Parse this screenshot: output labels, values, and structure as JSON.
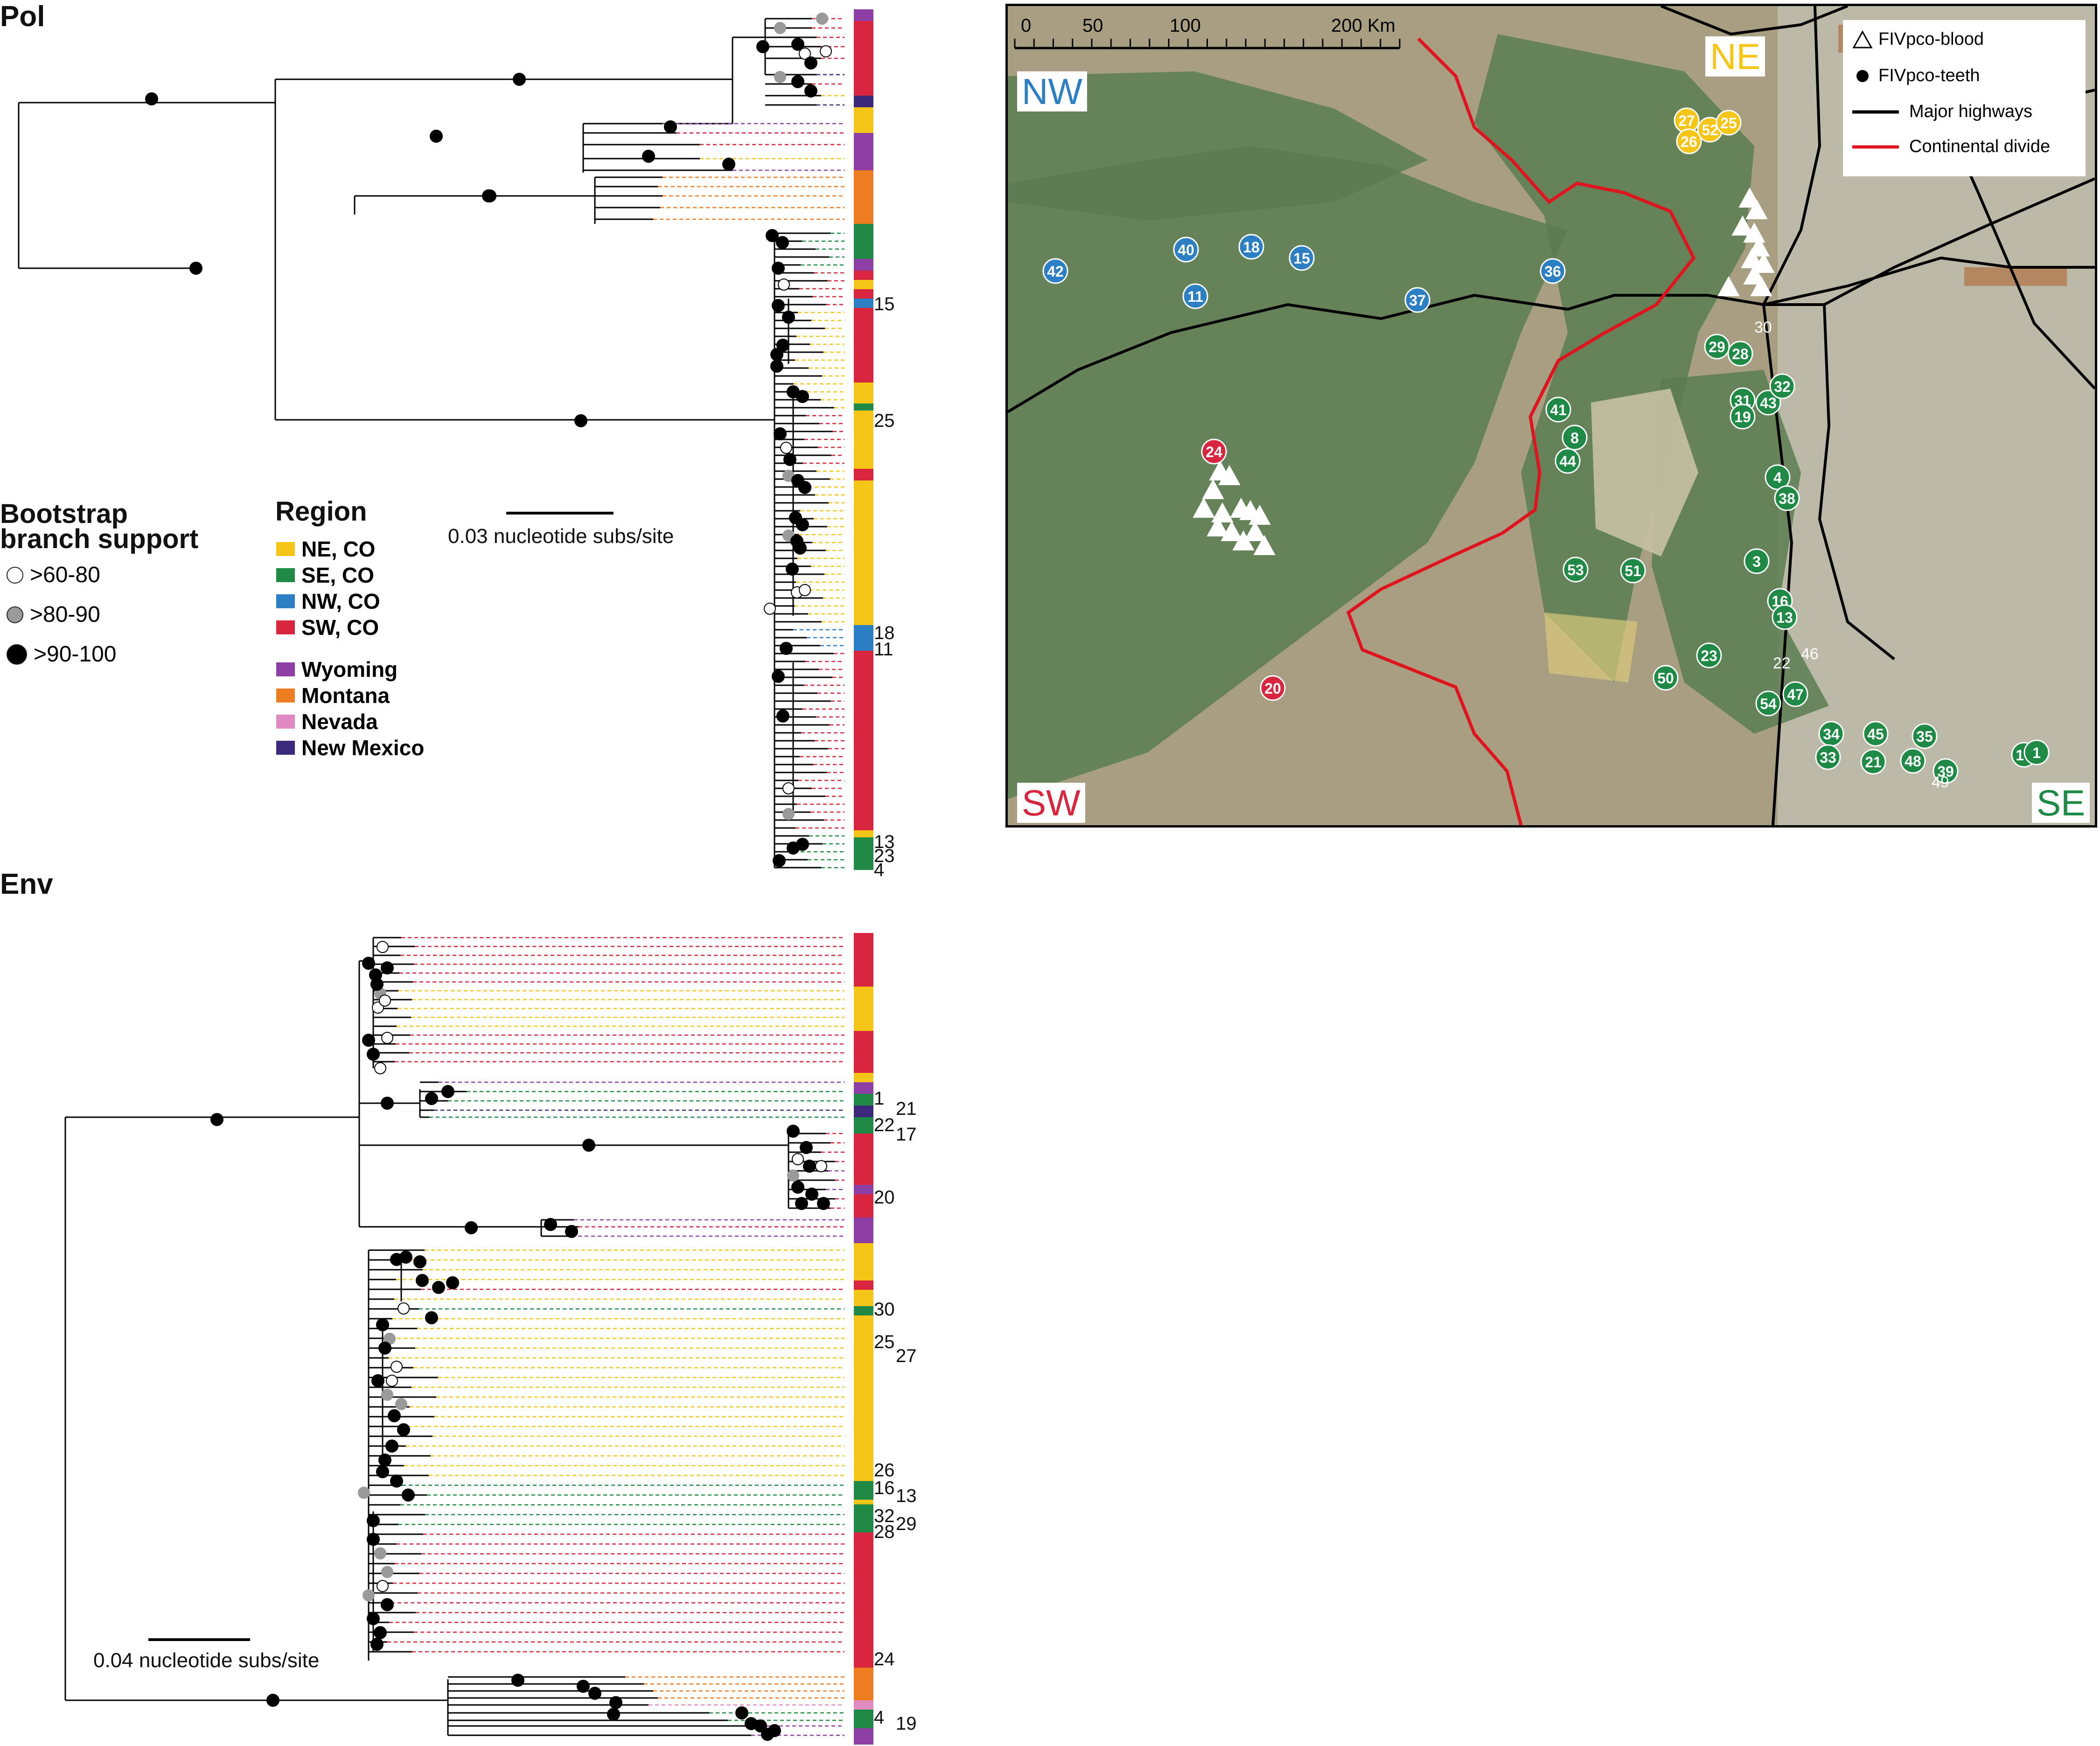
{
  "pol": {
    "title": "Pol",
    "scale_label": "0.03 nucleotide subs/site",
    "tip_labels": [
      "15",
      "25",
      "18",
      "11",
      "13",
      "23",
      "4"
    ]
  },
  "env": {
    "title": "Env",
    "scale_label": "0.04 nucleotide subs/site",
    "tip_labels": [
      "1",
      "21",
      "22",
      "17",
      "20",
      "30",
      "25",
      "27",
      "26",
      "16",
      "13",
      "32",
      "29",
      "28",
      "24",
      "4",
      "19"
    ]
  },
  "bootstrap_legend": {
    "title": "Bootstrap branch support",
    "items": [
      {
        "label": ">60-80",
        "color": "#ffffff"
      },
      {
        "label": ">80-90",
        "color": "#9a9a9a"
      },
      {
        "label": ">90-100",
        "color": "#000000"
      }
    ]
  },
  "region_legend": {
    "title": "Region",
    "items": [
      {
        "label": "NE, CO",
        "color": "#f5c518"
      },
      {
        "label": "SE, CO",
        "color": "#1e8a45"
      },
      {
        "label": "NW, CO",
        "color": "#2c7fc2"
      },
      {
        "label": "SW, CO",
        "color": "#d7263d"
      },
      {
        "label": "Wyoming",
        "color": "#8e3fa3"
      },
      {
        "label": "Montana",
        "color": "#ee7d22"
      },
      {
        "label": "Nevada",
        "color": "#e08ac0"
      },
      {
        "label": "New Mexico",
        "color": "#3b2a7a"
      }
    ]
  },
  "map": {
    "region_labels": {
      "nw": "NW",
      "ne": "NE",
      "sw": "SW",
      "se": "SE"
    },
    "scale_ticks": [
      "0",
      "50",
      "100",
      "200 Km"
    ],
    "legend": {
      "blood": "FIVpco-blood",
      "teeth": "FIVpco-teeth",
      "highways": "Major highways",
      "divide": "Continental divide"
    },
    "colors": {
      "ne": "#f5c518",
      "se": "#1e8a45",
      "nw": "#2c7fc2",
      "sw": "#d7263d",
      "highway": "#000000",
      "divide": "#e0141e"
    },
    "sites_nw": [
      "42",
      "40",
      "18",
      "15",
      "11",
      "37",
      "36"
    ],
    "sites_sw": [
      "24",
      "20"
    ],
    "sites_ne": [
      "27",
      "26",
      "52",
      "25"
    ],
    "sites_se": [
      "29",
      "28",
      "30",
      "31",
      "19",
      "43",
      "32",
      "41",
      "8",
      "44",
      "4",
      "38",
      "53",
      "51",
      "3",
      "16",
      "13",
      "50",
      "23",
      "22",
      "46",
      "54",
      "47",
      "34",
      "45",
      "35",
      "33",
      "21",
      "48",
      "39",
      "49",
      "17",
      "1"
    ]
  }
}
